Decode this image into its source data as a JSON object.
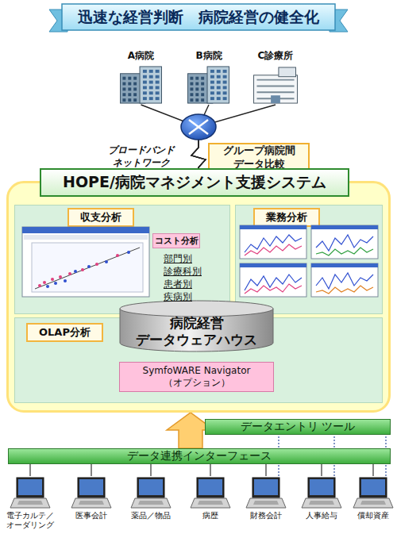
{
  "diagram": {
    "title": "迅速な経営判断　病院経営の健全化",
    "nodes": [
      {
        "text": [
          "A病院"
        ]
      },
      {
        "text": [
          "B病院"
        ]
      },
      {
        "text": [
          "C診療所"
        ]
      },
      {
        "text": [
          "グループ病院間 データ比較"
        ]
      },
      {
        "text": [
          "HOPE/病院マネジメント支援システム"
        ]
      },
      {
        "text": [
          "収支分析"
        ],
        "in": 4
      },
      {
        "text": [
          "コスト分析"
        ],
        "in": 5
      },
      {
        "text": [
          "業務分析"
        ],
        "in": 4
      },
      {
        "text": [
          "病院経営 データウェアハウス"
        ],
        "in": 4
      },
      {
        "text": [
          "OLAP分析"
        ],
        "in": 4
      },
      {
        "text": [
          "SymfoWARE Navigator （オプション）"
        ],
        "in": 9
      },
      {
        "text": [
          "データエントリ ツール"
        ]
      },
      {
        "text": [
          "データ連携インターフェース"
        ]
      },
      {
        "text": [
          "電子カルテ／ オーダリング"
        ]
      },
      {
        "text": [
          "医事会計"
        ]
      },
      {
        "text": [
          "薬品／物品"
        ]
      },
      {
        "text": [
          "病歴"
        ]
      },
      {
        "text": [
          "財務会計"
        ]
      },
      {
        "text": [
          "人事給与"
        ]
      },
      {
        "text": [
          "償却資産"
        ]
      }
    ],
    "edges": [
      {
        "from": 0,
        "to": 4,
        "arrow": "none"
      },
      {
        "from": 1,
        "to": 4,
        "arrow": "none"
      },
      {
        "from": 2,
        "to": 4,
        "arrow": "none"
      },
      {
        "from": 12,
        "to": 4,
        "arrow": "to"
      },
      {
        "from": 13,
        "to": 12,
        "arrow": "none"
      },
      {
        "from": 14,
        "to": 12,
        "arrow": "none"
      },
      {
        "from": 15,
        "to": 12,
        "arrow": "none"
      },
      {
        "from": 16,
        "to": 12,
        "arrow": "none"
      },
      {
        "from": 17,
        "to": 12,
        "arrow": "none"
      },
      {
        "from": 18,
        "to": 12,
        "arrow": "none"
      },
      {
        "from": 19,
        "to": 12,
        "arrow": "none"
      },
      {
        "from": 17,
        "to": 11,
        "arrow": "none"
      },
      {
        "from": 18,
        "to": 11,
        "arrow": "none"
      },
      {
        "from": 19,
        "to": 11,
        "arrow": "none"
      }
    ],
    "labels": [
      "ブロードバンド ネットワーク",
      "部門別",
      "診療科別",
      "患者別",
      "疾病別"
    ]
  }
}
